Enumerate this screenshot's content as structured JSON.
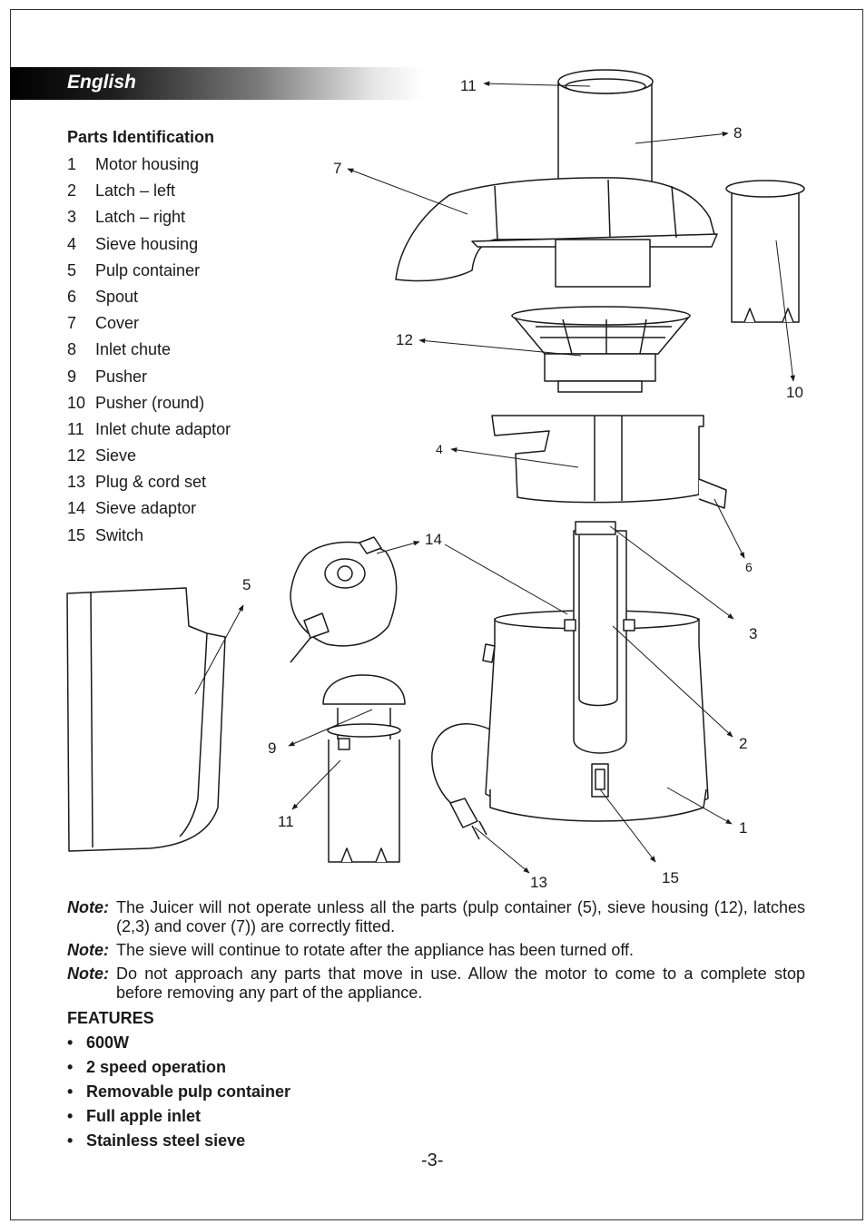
{
  "header": {
    "language": "English"
  },
  "parts": {
    "title": "Parts Identification",
    "items": [
      {
        "num": "1",
        "label": "Motor housing"
      },
      {
        "num": "2",
        "label": "Latch – left"
      },
      {
        "num": "3",
        "label": "Latch – right"
      },
      {
        "num": "4",
        "label": "Sieve housing"
      },
      {
        "num": "5",
        "label": "Pulp container"
      },
      {
        "num": "6",
        "label": "Spout"
      },
      {
        "num": "7",
        "label": "Cover"
      },
      {
        "num": "8",
        "label": "Inlet chute"
      },
      {
        "num": "9",
        "label": "Pusher"
      },
      {
        "num": "10",
        "label": "Pusher (round)"
      },
      {
        "num": "11",
        "label": "Inlet chute adaptor"
      },
      {
        "num": "12",
        "label": "Sieve"
      },
      {
        "num": "13",
        "label": "Plug & cord set"
      },
      {
        "num": "14",
        "label": "Sieve adaptor"
      },
      {
        "num": "15",
        "label": "Switch"
      }
    ]
  },
  "diagram": {
    "callouts": [
      "11",
      "8",
      "7",
      "10",
      "12",
      "4",
      "6",
      "14",
      "5",
      "3",
      "2",
      "9",
      "11",
      "1",
      "13",
      "15"
    ]
  },
  "notes": [
    {
      "label": "Note:",
      "text": "The Juicer will not operate unless all the parts (pulp container (5), sieve housing (12), latches (2,3) and cover (7)) are correctly fitted."
    },
    {
      "label": "Note:",
      "text": "The sieve will continue to rotate after the appliance has been turned off."
    },
    {
      "label": "Note:",
      "text": "Do not approach any parts that move in use. Allow the motor to come to a complete stop before removing any part of the appliance."
    }
  ],
  "features": {
    "title": "FEATURES",
    "bullet": "•",
    "items": [
      "600W",
      "2 speed operation",
      "Removable pulp container",
      "Full apple inlet",
      "Stainless steel sieve"
    ]
  },
  "footer": {
    "page_number": "-3-"
  }
}
